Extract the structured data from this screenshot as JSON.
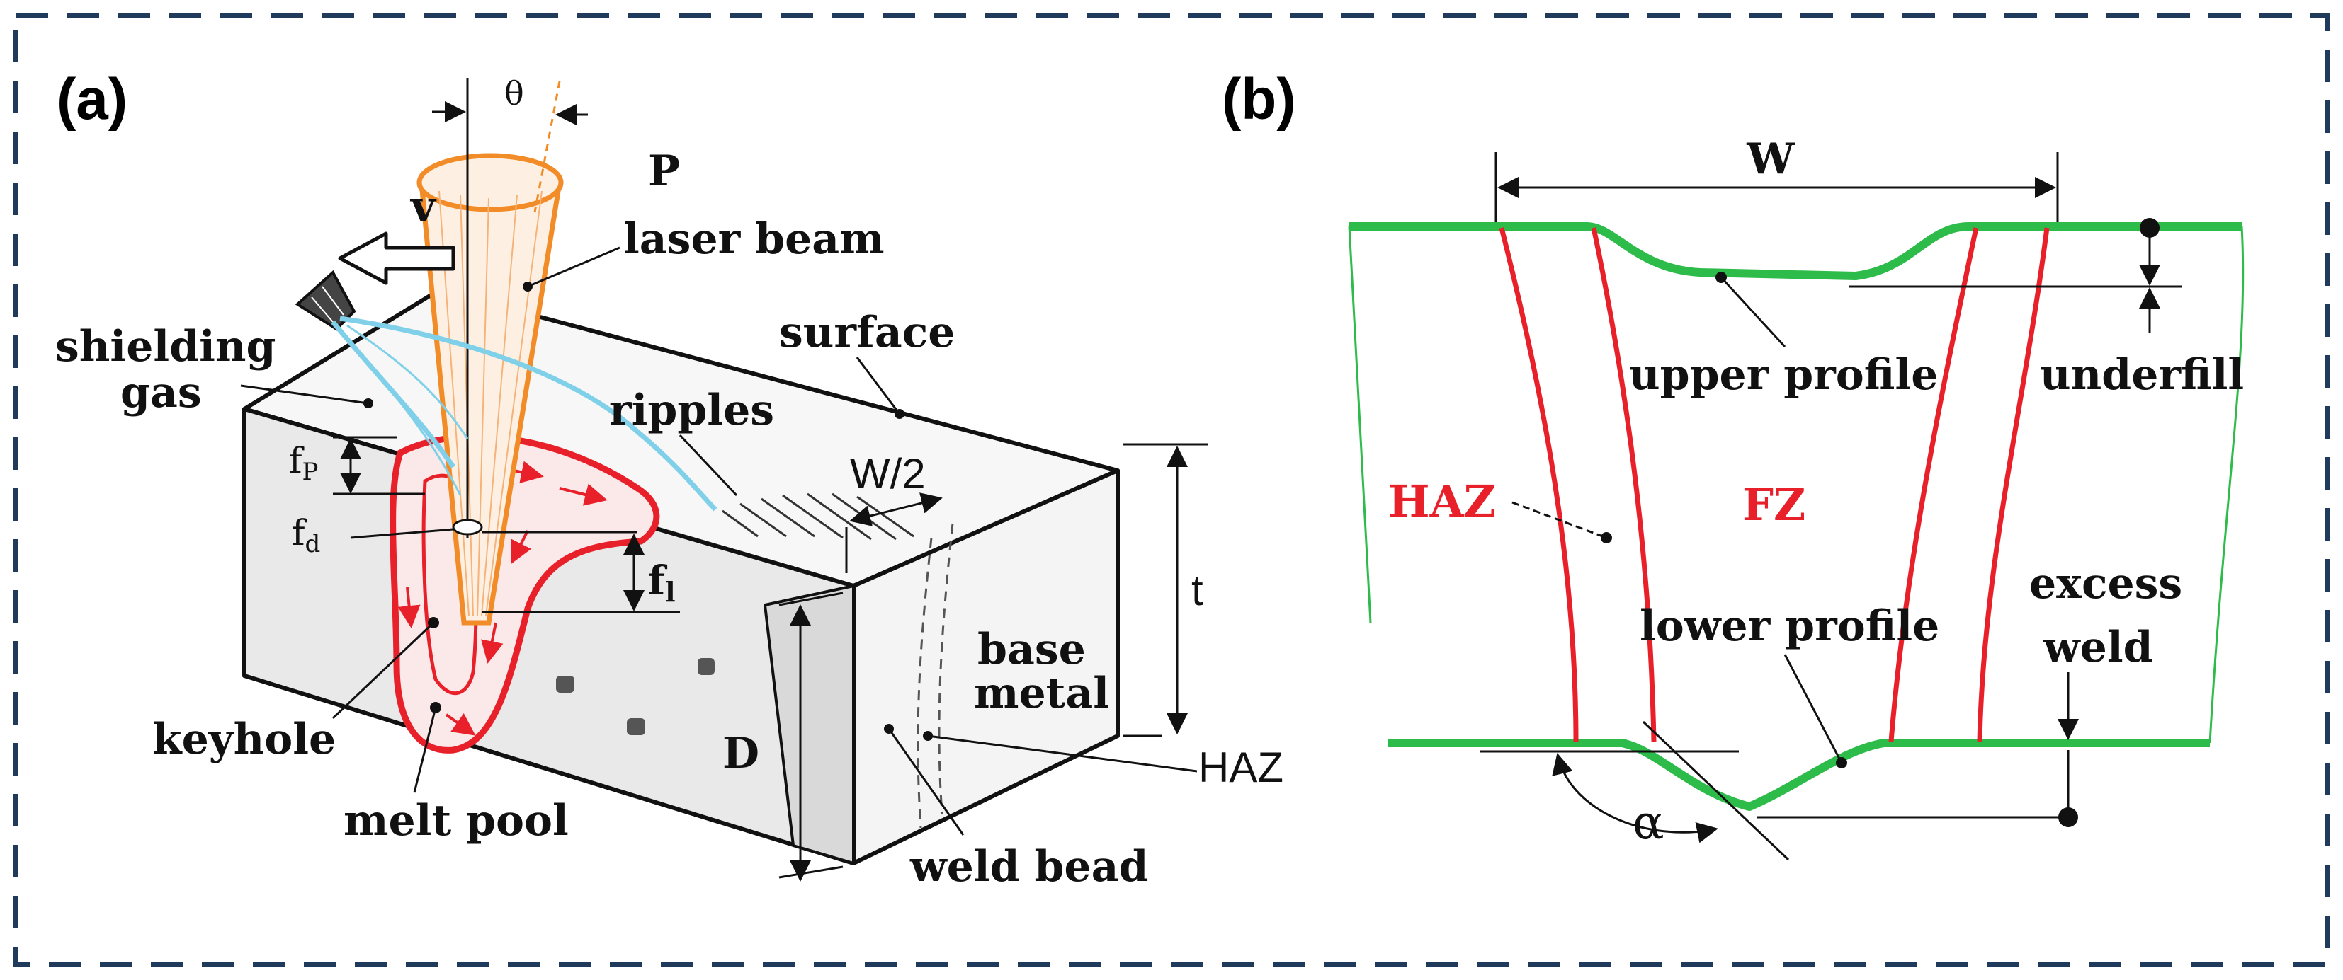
{
  "colors": {
    "frame": "#1f3a5a",
    "outline": "#111111",
    "beam": "#f28c28",
    "gas": "#7fd0e8",
    "pool": "#e8202a",
    "bead_green": "#2dbb4a",
    "fusion_red": "#e8202a"
  },
  "panel_a": {
    "label": "(a)",
    "theta": "θ",
    "P": "P",
    "v": "v",
    "laser_beam": "laser beam",
    "shielding_1": "shielding",
    "shielding_2": "gas",
    "surface": "surface",
    "ripples": "ripples",
    "fp": "f",
    "fp_sub": "P",
    "fd": "f",
    "fd_sub": "d",
    "fl": "f",
    "fl_sub": "l",
    "W2": "W/2",
    "t": "t",
    "D": "D",
    "base_1": "base",
    "base_2": "metal",
    "keyhole": "keyhole",
    "melt_pool": "melt pool",
    "HAZ": "HAZ",
    "weld_bead": "weld bead"
  },
  "panel_b": {
    "label": "(b)",
    "W": "W",
    "upper_profile": "upper profile",
    "underfill": "underfill",
    "HAZ": "HAZ",
    "FZ": "FZ",
    "excess_1": "excess",
    "excess_2": "weld",
    "lower_profile": "lower profile",
    "alpha": "α"
  }
}
